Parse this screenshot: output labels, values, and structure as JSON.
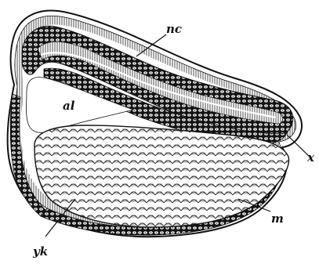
{
  "labels": {
    "nc": "nc",
    "al": "al",
    "x": "x",
    "yk": "yk",
    "m": "m"
  },
  "colors": {
    "ink": "#111111",
    "paper": "#ffffff"
  }
}
